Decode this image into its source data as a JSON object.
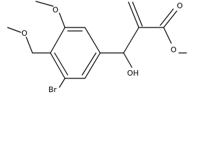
{
  "molecule": {
    "atoms": {
      "o_methoxy_top": "O",
      "o_methoxy_left": "O",
      "br": "Br",
      "oh": "OH",
      "o_carbonyl": "O",
      "o_ester": "O"
    }
  }
}
